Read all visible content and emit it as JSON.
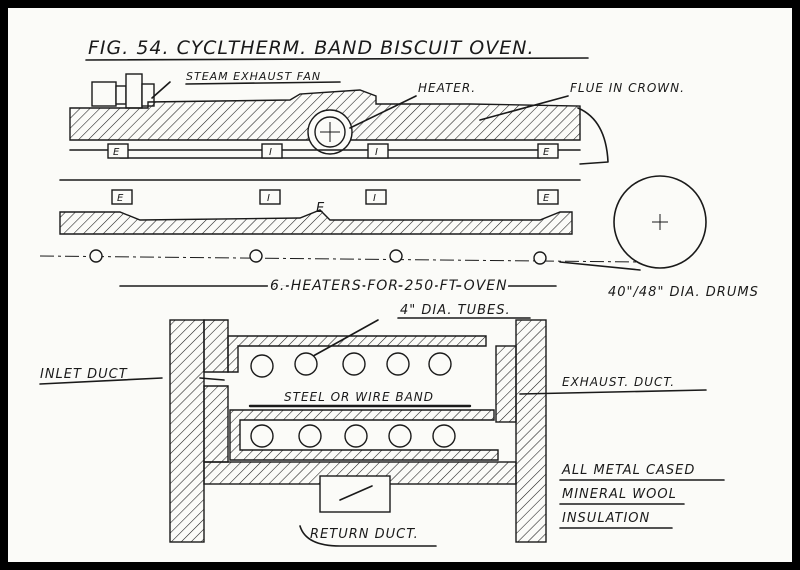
{
  "title": "FIG. 54. CYCLTHERM. BAND BISCUIT OVEN.",
  "labels": {
    "steam_fan": "STEAM EXHAUST FAN",
    "heater": "HEATER.",
    "flue": "FLUE IN CROWN.",
    "heaters_count": "6. HEATERS FOR 250 FT OVEN",
    "drums": "40\"/48\" DIA. DRUMS",
    "tubes": "4\" DIA. TUBES.",
    "inlet": "INLET DUCT",
    "band": "STEEL OR WIRE BAND",
    "exhaust": "EXHAUST. DUCT.",
    "return": "RETURN DUCT.",
    "insulation_line1": "ALL METAL CASED",
    "insulation_line2": "MINERAL WOOL",
    "insulation_line3": "INSULATION"
  },
  "zone_markers": {
    "top": [
      "E",
      "I",
      "I",
      "E"
    ],
    "bottom": [
      "E",
      "I",
      "E",
      "I",
      "E"
    ]
  }
}
